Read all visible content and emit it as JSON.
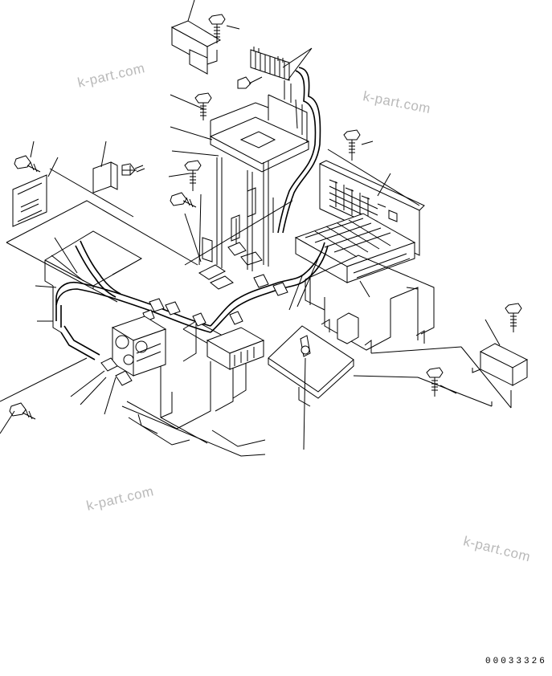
{
  "watermarks": [
    "k-part.com",
    "k-part.com",
    "k-part.com",
    "k-part.com"
  ],
  "drawing_number": "00033326",
  "colors": {
    "line": "#000000",
    "watermark": "#b9b9b9",
    "background": "#ffffff"
  }
}
